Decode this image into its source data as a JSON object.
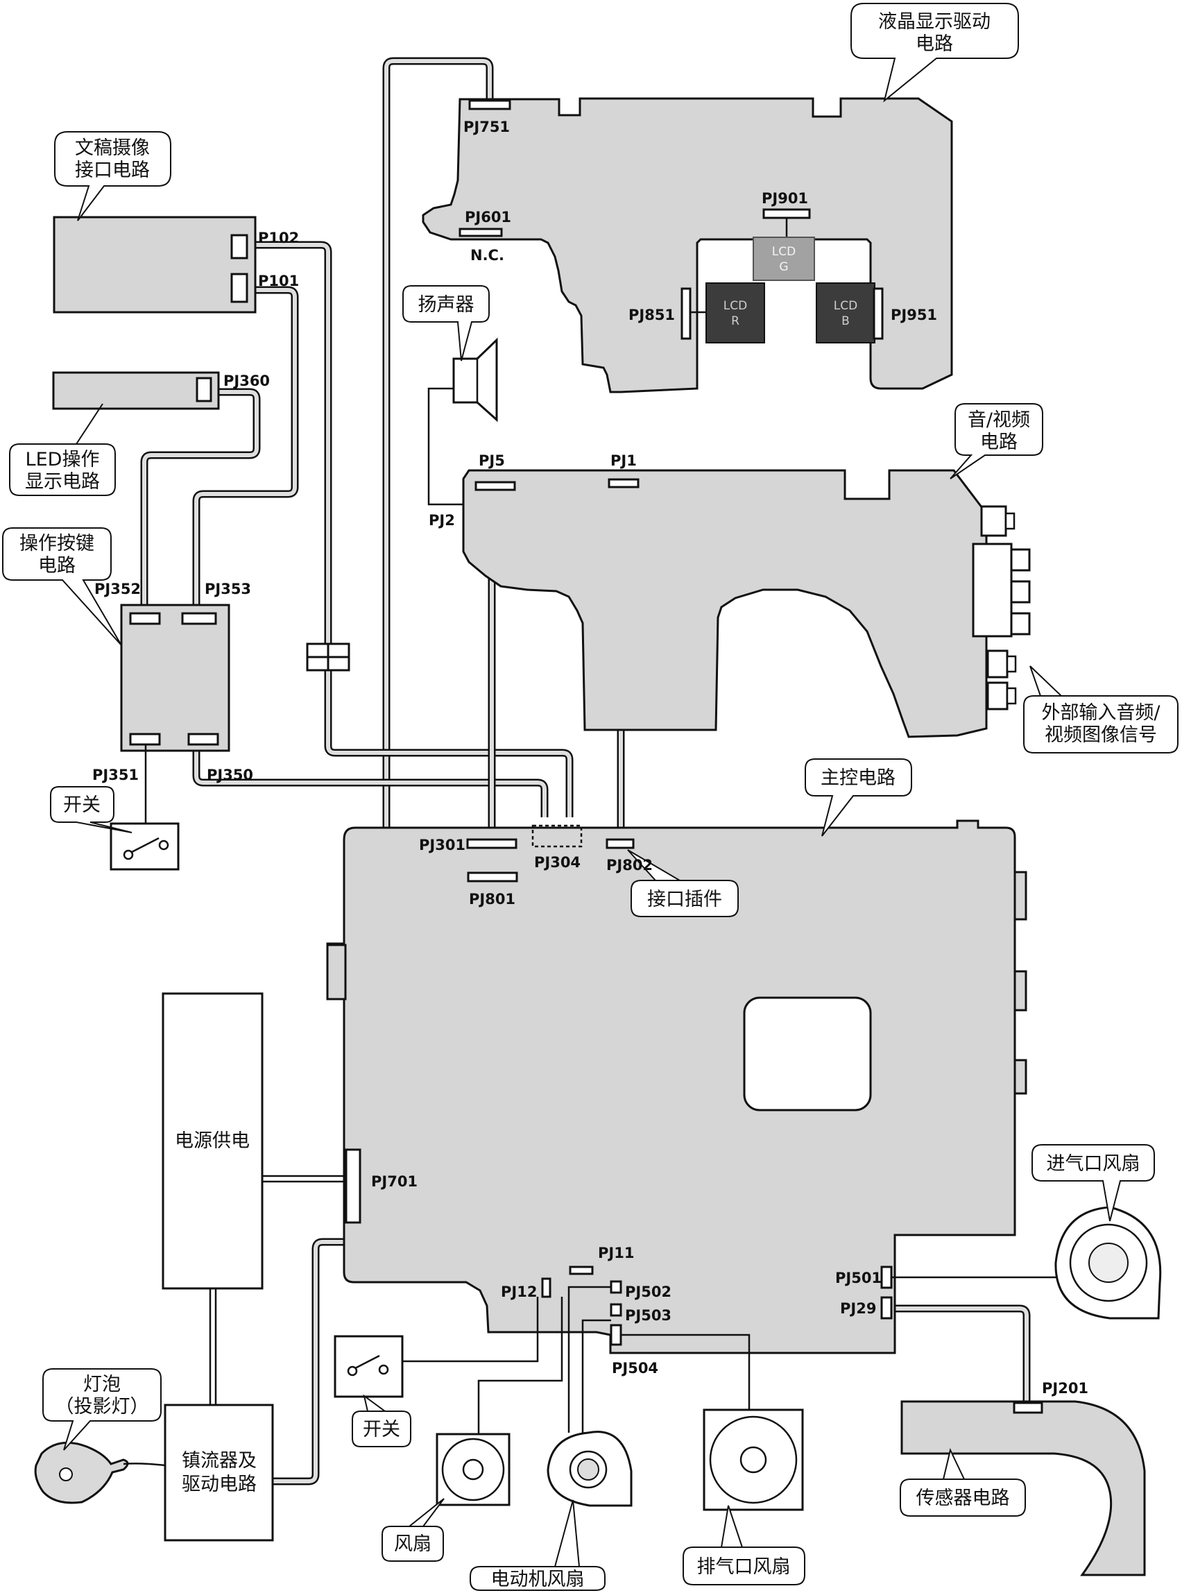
{
  "diagram": {
    "callouts": {
      "lcd_driver": "液晶显示驱动\n电路",
      "doc_camera": "文稿摄像\n接口电路",
      "speaker": "扬声器",
      "led_display": "LED操作\n显示电路",
      "keypad": "操作按键\n电路",
      "switch_top": "开关",
      "av_circuit": "音/视频\n电路",
      "external_input": "外部输入音频/\n视频图像信号",
      "main_control": "主控电路",
      "interface_plug": "接口插件",
      "intake_fan": "进气口风扇",
      "lamp": "灯泡\n（投影灯）",
      "switch_bottom": "开关",
      "fan": "风扇",
      "motor_fan": "电动机风扇",
      "exhaust_fan": "排气口风扇",
      "sensor": "传感器电路"
    },
    "blocks": {
      "power_supply": "电源供电",
      "ballast": "镇流器及\n驱动电路"
    },
    "chips": {
      "lcd_r": "LCD\nR",
      "lcd_g": "LCD\nG",
      "lcd_b": "LCD\nB"
    },
    "connectors": {
      "pj751": "PJ751",
      "pj601": "PJ601",
      "nc": "N.C.",
      "pj901": "PJ901",
      "pj851": "PJ851",
      "pj951": "PJ951",
      "p102": "P102",
      "p101": "P101",
      "pj360": "PJ360",
      "pj5": "PJ5",
      "pj1": "PJ1",
      "pj2": "PJ2",
      "pj352": "PJ352",
      "pj353": "PJ353",
      "pj351": "PJ351",
      "pj350": "PJ350",
      "pj301": "PJ301",
      "pj304": "PJ304",
      "pj802": "PJ802",
      "pj801": "PJ801",
      "pj701": "PJ701",
      "pj11": "PJ11",
      "pj12": "PJ12",
      "pj502": "PJ502",
      "pj503": "PJ503",
      "pj504": "PJ504",
      "pj501": "PJ501",
      "pj29": "PJ29",
      "pj201": "PJ201"
    }
  }
}
